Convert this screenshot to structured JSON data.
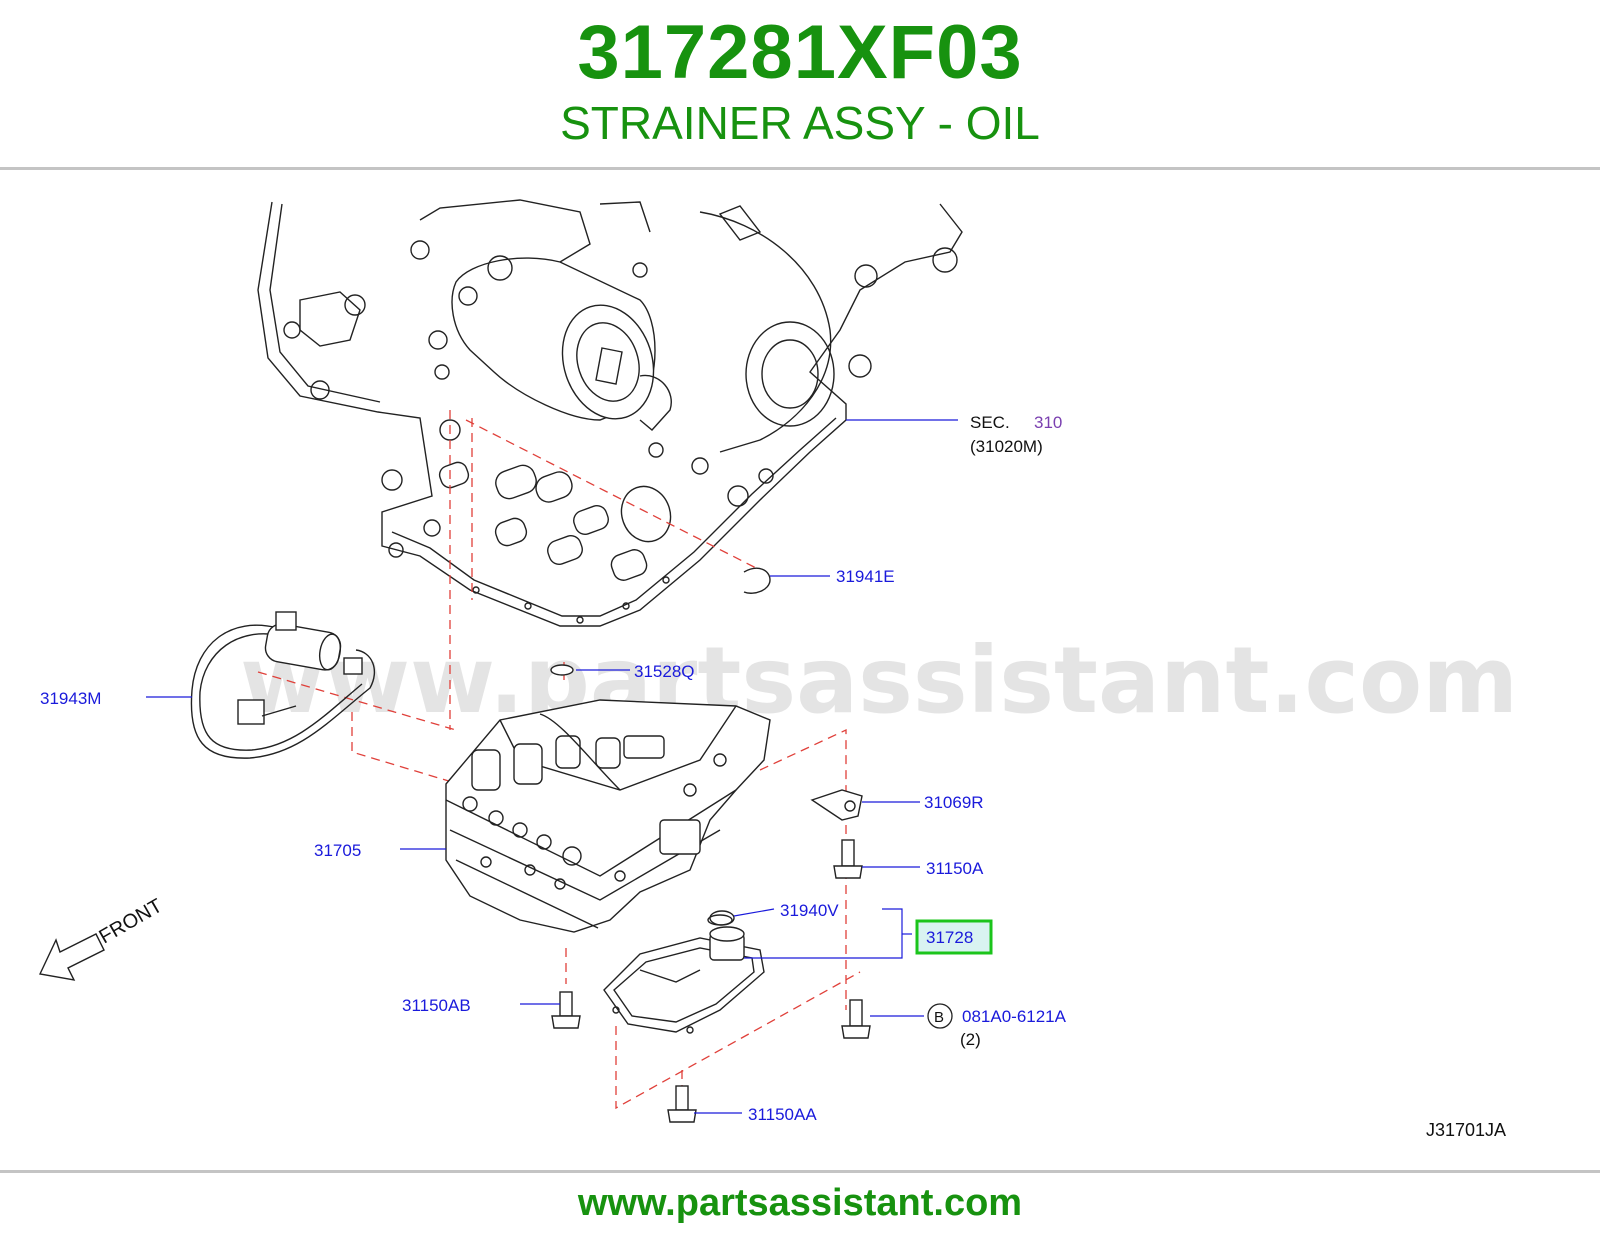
{
  "header": {
    "part_number": "317281XF03",
    "part_name": "STRAINER ASSY - OIL"
  },
  "callouts": {
    "sec": "SEC.",
    "sec_num": "310",
    "sec_ref": "(31020M)",
    "p31941E": "31941E",
    "p31528Q": "31528Q",
    "p31943M": "31943M",
    "p31069R": "31069R",
    "p31705": "31705",
    "p31150A": "31150A",
    "p31940V": "31940V",
    "p31728": "31728",
    "p31150AB": "31150AB",
    "bolt_code": "B",
    "p081A0": "081A0-6121A",
    "qty": "(2)",
    "p31150AA": "31150AA",
    "front": "FRONT",
    "diagram_code": "J31701JA"
  },
  "watermark": "www.partsassistant.com",
  "footer": {
    "url": "www.partsassistant.com"
  },
  "colors": {
    "brand_green": "#17920f",
    "callout_blue": "#1a1adb",
    "highlight_green": "#1bc41b",
    "dash_red": "#e0403a"
  }
}
